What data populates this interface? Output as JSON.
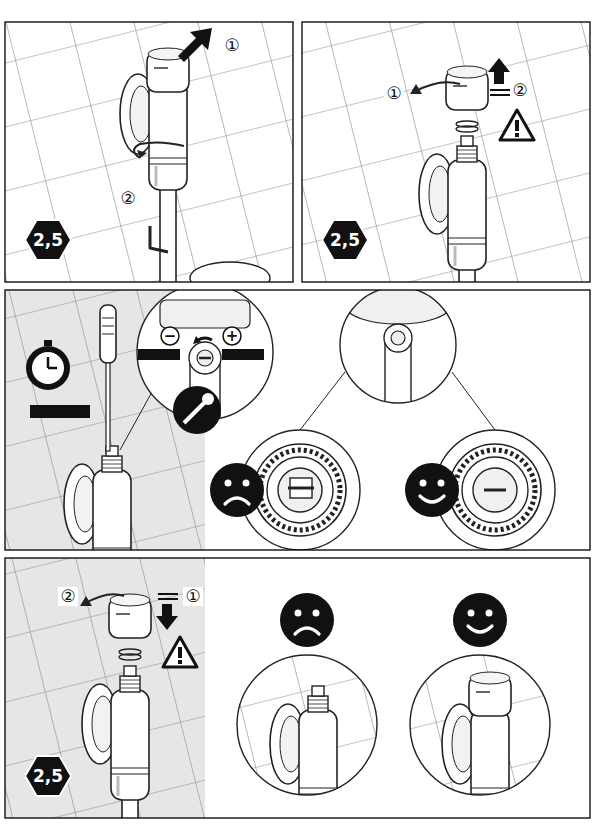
{
  "diagram": {
    "nodes": [
      {
        "text": [
          "2,5"
        ]
      },
      {
        "text": [
          "2,5"
        ]
      },
      {
        "text": [
          "2,5"
        ]
      }
    ],
    "labels": [
      "①",
      "②",
      "①",
      "②",
      "−",
      "+",
      "②",
      "①"
    ]
  }
}
